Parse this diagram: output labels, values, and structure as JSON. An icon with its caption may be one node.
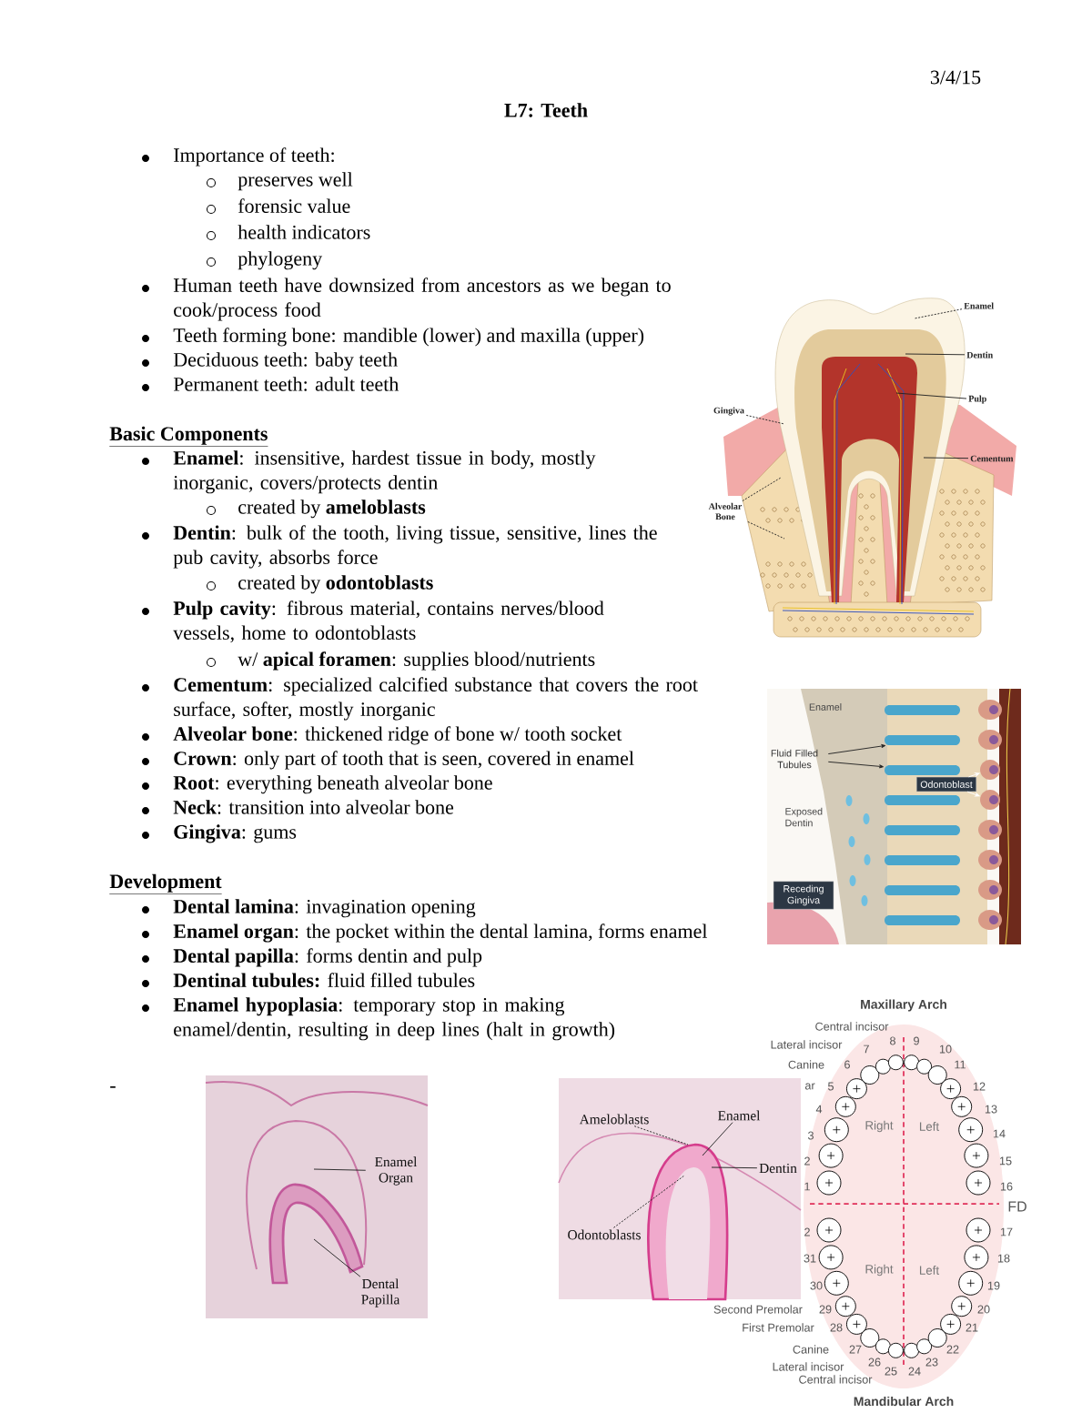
{
  "diagram": {
    "title": "L7: Teeth",
    "nodes": [
      {
        "text": [
          "Enamel"
        ]
      },
      {
        "text": [
          "Dentin"
        ]
      },
      {
        "text": [
          "Pulp"
        ]
      },
      {
        "text": [
          "Gingiva"
        ]
      },
      {
        "text": [
          "Cementum"
        ]
      },
      {
        "text": [
          "Alveolar Bone"
        ]
      },
      {
        "text": [
          "Fluid Filled Tubules"
        ]
      },
      {
        "text": [
          "Odontoblast"
        ]
      },
      {
        "text": [
          "Receding Gingiva"
        ]
      },
      {
        "text": [
          "Enamel Organ"
        ]
      },
      {
        "text": [
          "Dental Papilla"
        ]
      },
      {
        "text": [
          "Ameloblasts"
        ]
      },
      {
        "text": [
          "Enamel"
        ]
      },
      {
        "text": [
          "Dentin"
        ]
      },
      {
        "text": [
          "Odontoblasts"
        ]
      },
      {
        "text": [],
        "shape": "bar"
      },
      {
        "text": [],
        "shape": "bar"
      },
      {
        "text": [],
        "shape": "circle"
      },
      {
        "text": [],
        "shape": "circle"
      }
    ],
    "edges": [
      {
        "from": 0,
        "to": null,
        "arrow": "none",
        "style": "dashed"
      },
      {
        "from": 1,
        "to": null,
        "arrow": "none"
      },
      {
        "from": 2,
        "to": null,
        "arrow": "none"
      },
      {
        "from": 3,
        "to": null,
        "arrow": "none",
        "style": "dashed"
      },
      {
        "from": 4,
        "to": null,
        "arrow": "none"
      },
      {
        "from": 5,
        "to": null,
        "arrow": "none",
        "style": "dashed"
      },
      {
        "from": 5,
        "to": null,
        "arrow": "none",
        "style": "dashed"
      },
      {
        "from": 6,
        "to": 15,
        "arrow": "to"
      },
      {
        "from": 6,
        "to": 16,
        "arrow": "to"
      },
      {
        "from": 7,
        "to": 17,
        "arrow": "to",
        "color": "#ffffff"
      },
      {
        "from": 7,
        "to": 18,
        "arrow": "to",
        "color": "#ffffff"
      },
      {
        "from": 9,
        "to": null,
        "arrow": "none"
      },
      {
        "from": 10,
        "to": null,
        "arrow": "none"
      },
      {
        "from": 11,
        "to": null,
        "arrow": "none",
        "style": "dashed"
      },
      {
        "from": 12,
        "to": null,
        "arrow": "none"
      },
      {
        "from": 13,
        "to": null,
        "arrow": "none"
      },
      {
        "from": 14,
        "to": null,
        "arrow": "none",
        "style": "dashed"
      }
    ],
    "labels": [
      "3/4/15",
      "Importance of teeth:",
      "preserves well",
      "forensic value",
      "health indicators",
      "phylogeny",
      "Human teeth have downsized from ancestors as we began to cook/process food",
      "Teeth forming bone: mandible (lower) and maxilla (upper)",
      "Deciduous teeth: baby teeth",
      "Permanent teeth: adult teeth",
      "Basic Components",
      "**Enamel**: insensitive, hardest tissue in body, mostly inorganic, covers/protects dentin",
      "created by **ameloblasts**",
      "**Dentin**: bulk of the tooth, living tissue, sensitive, lines the pub cavity, absorbs force",
      "created by **odontoblasts**",
      "**Pulp cavity**: fibrous material, contains nerves/blood vessels, home to odontoblasts",
      "w/ **apical foramen**: supplies blood/nutrients",
      "**Cementum**: specialized calcified substance that covers the root surface, softer, mostly inorganic",
      "**Alveolar bone**: thickened ridge of bone w/ tooth socket",
      "**Crown**: only part of tooth that is seen, covered in enamel",
      "**Root**: everything beneath alveolar bone",
      "**Neck**: transition into alveolar bone",
      "**Gingiva**: gums",
      "Development",
      "**Dental lamina**: invagination opening",
      "**Enamel organ**: the pocket within the dental lamina, forms enamel",
      "**Dental papilla**: forms dentin and pulp",
      "**Dentinal tubules:** fluid filled tubules",
      "**Enamel hypoplasia**: temporary stop in making enamel/dentin, resulting in deep lines (halt in growth)",
      "-",
      "Enamel",
      "Exposed Dentin",
      "Maxillary Arch",
      "Central incisor",
      "Lateral incisor",
      "7",
      "8",
      "9",
      "10",
      "Canine",
      "6",
      "11",
      "ar",
      "5",
      "12",
      "4",
      "13",
      "3",
      "Right",
      "Left",
      "14",
      "2",
      "15",
      "1",
      "16",
      "FD",
      "2",
      "17",
      "31",
      "18",
      "Right",
      "Left",
      "30",
      "19",
      "Second Premolar",
      "29",
      "20",
      "First Premolar",
      "28",
      "21",
      "Canine",
      "27",
      "22",
      "Lateral incisor",
      "26",
      "23",
      "25",
      "24",
      "Central incisor",
      "Mandibular Arch"
    ]
  }
}
